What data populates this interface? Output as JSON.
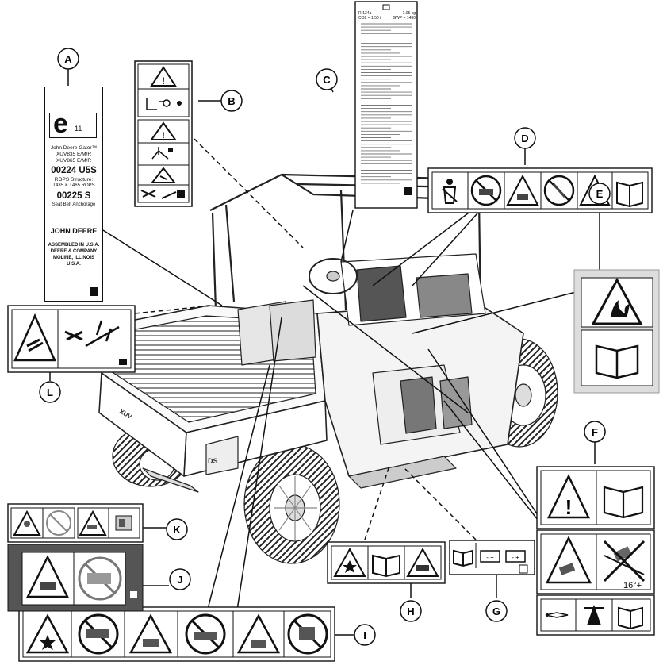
{
  "callouts": [
    "A",
    "B",
    "C",
    "D",
    "E",
    "F",
    "G",
    "H",
    "I",
    "J",
    "K",
    "L"
  ],
  "decal_a": {
    "e_mark": "e",
    "e_number": "11",
    "lines": [
      "John Deere Gator™",
      "XUV835 E/M/R",
      "XUV865 E/M/R"
    ],
    "serial_1": "00224 U5S",
    "rops_lines": [
      "ROPS Structure:",
      "T435 & T465 ROPS"
    ],
    "serial_2": "00225 S",
    "seatbelt": "Seat Belt Anchorage",
    "brand": "JOHN DEERE",
    "assembly_lines": [
      "ASSEMBLED IN U.S.A.",
      "DEERE & COMPANY",
      "MOLINE, ILLINOIS",
      "U.S.A."
    ]
  },
  "decal_c": {
    "refrigerant": "R-134a",
    "weight": "1.05 kg",
    "co2": "CO2 = 1.50 t",
    "gwp": "GWP = 1430"
  },
  "decal_f": {
    "angle": "16°+"
  },
  "icons": {
    "warning": "warning-triangle-icon",
    "manual": "operator-manual-icon",
    "fire": "fire-hazard-icon",
    "battery": "battery-icon",
    "seatbelt": "seatbelt-icon",
    "no_riders": "no-riders-icon",
    "rollover": "rollover-icon",
    "crush": "hand-crush-icon",
    "explosion": "explosion-icon"
  }
}
